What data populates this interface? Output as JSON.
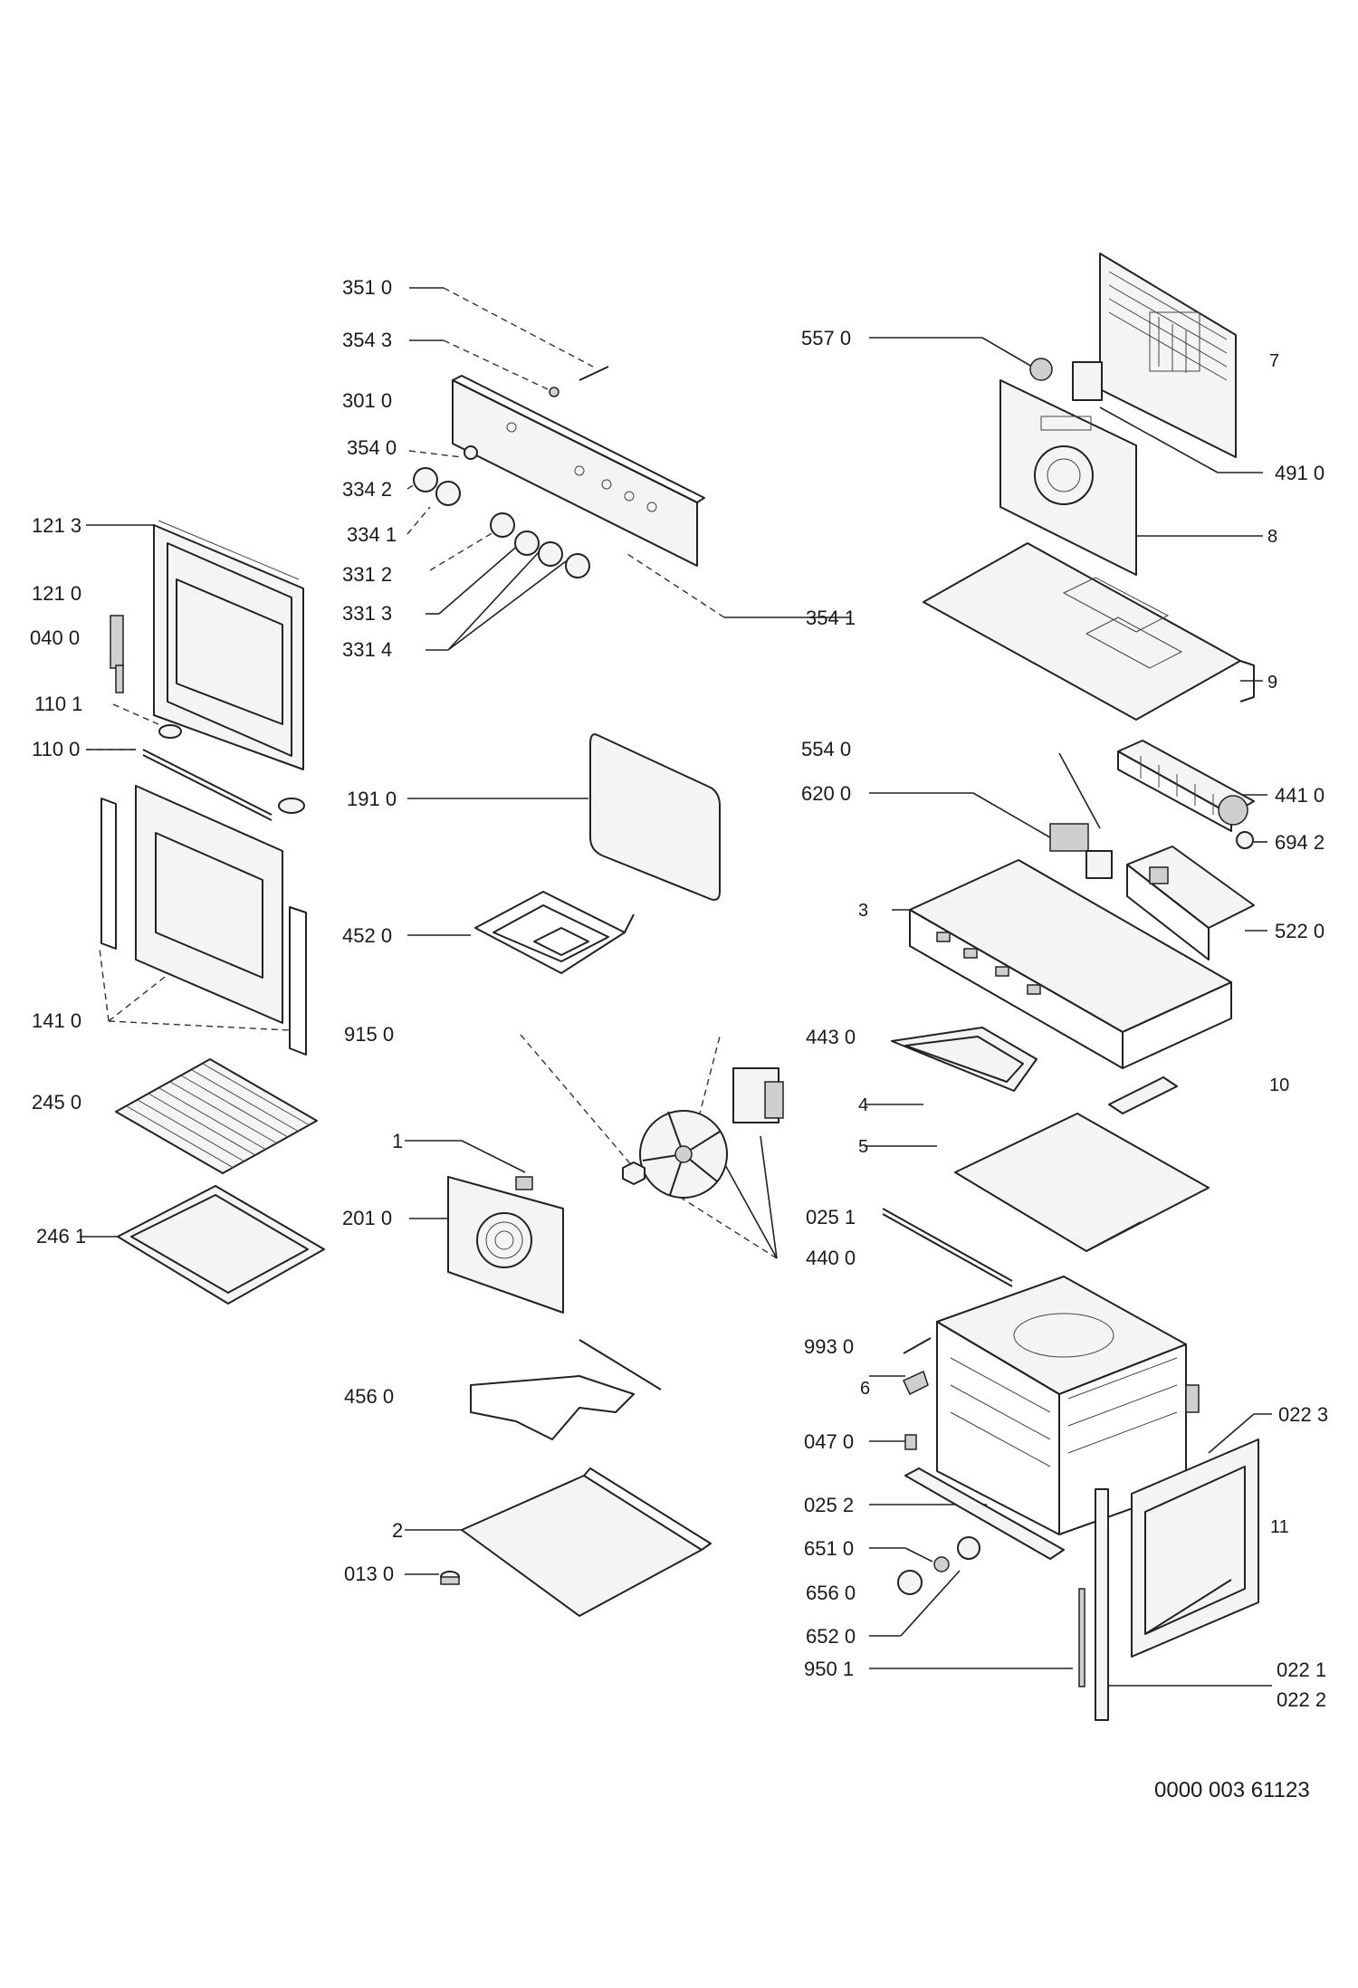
{
  "document_ref": "0000 003 61123",
  "labels": {
    "p3510": "351 0",
    "p3543": "354 3",
    "p3010": "301 0",
    "p3540": "354 0",
    "p3342": "334 2",
    "p3341": "334 1",
    "p3312": "331 2",
    "p3313": "331 3",
    "p3314": "331 4",
    "p3541": "354 1",
    "p1213": "121 3",
    "p1210": "121 0",
    "p0400": "040 0",
    "p1101": "110 1",
    "p1100": "110 0",
    "p1410": "141 0",
    "p2450": "245 0",
    "p2461": "246 1",
    "p1910": "191 0",
    "p4520": "452 0",
    "p9150": "915 0",
    "p1": "1",
    "p2010": "201 0",
    "p4560": "456 0",
    "p2": "2",
    "p0130": "013 0",
    "p5570": "557 0",
    "p7": "7",
    "p4910": "491 0",
    "p8": "8",
    "p9": "9",
    "p5540": "554 0",
    "p6200": "620 0",
    "p4410": "441 0",
    "p6942": "694 2",
    "p3": "3",
    "p5220": "522 0",
    "p4430": "443 0",
    "p4": "4",
    "p10": "10",
    "p5": "5",
    "p0251": "025 1",
    "p4400": "440 0",
    "p9930": "993 0",
    "p6": "6",
    "p0223": "022 3",
    "p0470": "047 0",
    "p0252": "025 2",
    "p11": "11",
    "p6510": "651 0",
    "p6560": "656 0",
    "p6520": "652 0",
    "p9501": "950 1",
    "p0221": "022 1",
    "p0222": "022 2"
  }
}
